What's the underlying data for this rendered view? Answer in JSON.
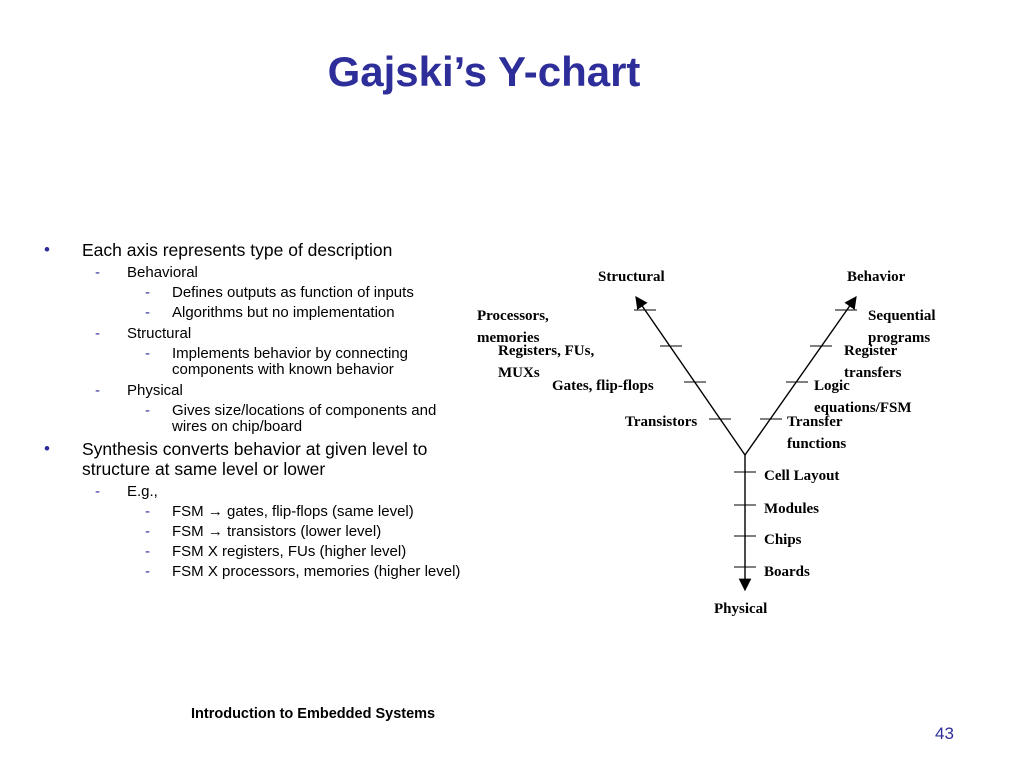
{
  "slide": {
    "title": "Gajski’s Y-chart",
    "footer": "Introduction to Embedded Systems",
    "page_number": "43"
  },
  "bullets": [
    {
      "level": 1,
      "marker": "•",
      "text": "Each axis represents type of description"
    },
    {
      "level": 2,
      "marker": "-",
      "text": "Behavioral"
    },
    {
      "level": 3,
      "marker": "-",
      "text": "Defines outputs as function of inputs"
    },
    {
      "level": 3,
      "marker": "-",
      "text": "Algorithms but no implementation"
    },
    {
      "level": 2,
      "marker": "-",
      "text": "Structural"
    },
    {
      "level": 3,
      "marker": "-",
      "text": "Implements behavior by connecting components with known behavior"
    },
    {
      "level": 2,
      "marker": "-",
      "text": "Physical"
    },
    {
      "level": 3,
      "marker": "-",
      "text": "Gives size/locations of components and wires on chip/board"
    },
    {
      "level": 1,
      "marker": "•",
      "text": "Synthesis converts behavior at given level to structure at same level or lower"
    },
    {
      "level": 2,
      "marker": "-",
      "text": "E.g.,"
    },
    {
      "level": 3,
      "marker": "-",
      "text": "FSM → gates, flip-flops (same level)"
    },
    {
      "level": 3,
      "marker": "-",
      "text": "FSM → transistors (lower level)"
    },
    {
      "level": 3,
      "marker": "-",
      "text": "FSM X registers, FUs (higher level)"
    },
    {
      "level": 3,
      "marker": "-",
      "text": "FSM X processors, memories (higher level)"
    }
  ],
  "ychart": {
    "axes": {
      "structural": "Structural",
      "behavior": "Behavior",
      "physical": "Physical"
    },
    "structural_levels": [
      "Processors, memories",
      "Registers, FUs, MUXs",
      "Gates, flip-flops",
      "Transistors"
    ],
    "behavioral_levels": [
      "Sequential programs",
      "Register transfers",
      "Logic equations/FSM",
      "Transfer functions"
    ],
    "physical_levels": [
      "Cell Layout",
      "Modules",
      "Chips",
      "Boards"
    ]
  }
}
